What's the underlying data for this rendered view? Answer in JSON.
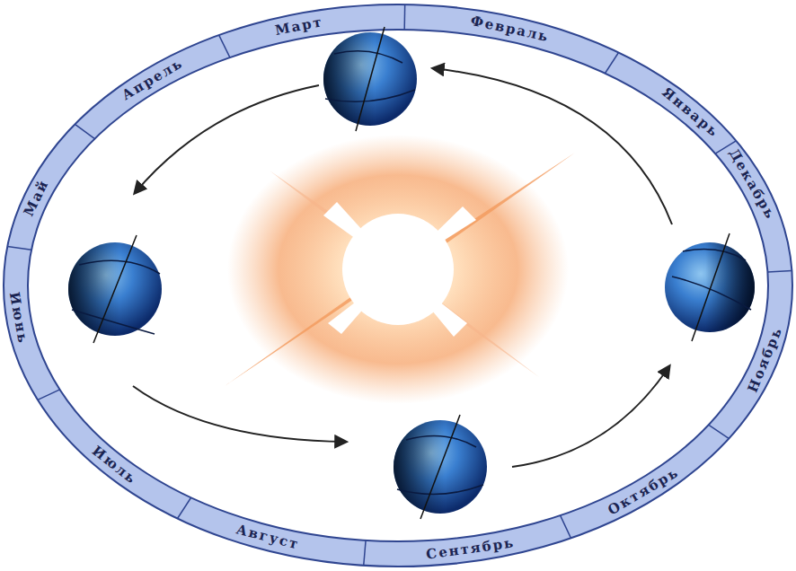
{
  "diagram": {
    "labels": [
      "Март",
      "Февраль",
      "Январь",
      "Декабрь",
      "Ноябрь",
      "Октябрь",
      "Сентябрь",
      "Август",
      "Июль",
      "Июнь",
      "Май",
      "Апрель"
    ]
  }
}
